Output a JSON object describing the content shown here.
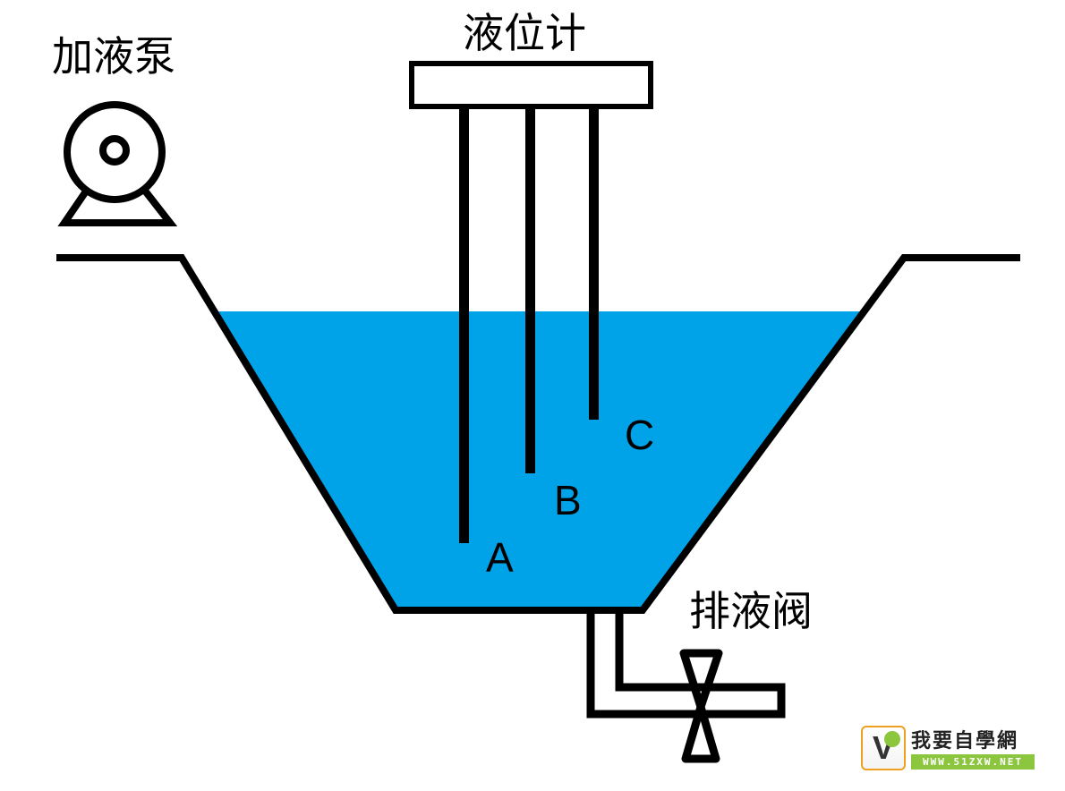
{
  "labels": {
    "pump": "加液泵",
    "level_gauge": "液位计",
    "drain_valve": "排液阀",
    "probe_a": "A",
    "probe_b": "B",
    "probe_c": "C"
  },
  "watermark": {
    "title": "我要自學網",
    "url": "WWW.51ZXW.NET",
    "letter": "V"
  },
  "colors": {
    "liquid": "#00A2E8",
    "outline": "#000000"
  }
}
